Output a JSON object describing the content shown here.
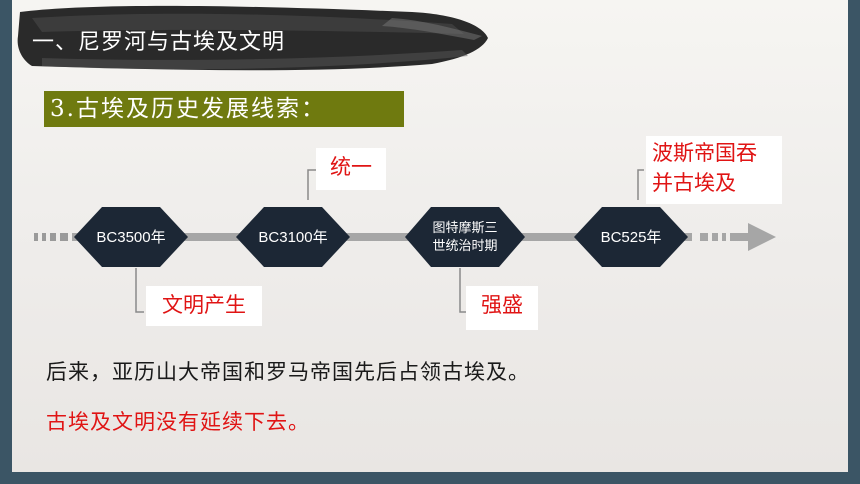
{
  "colors": {
    "accent_olive": "#6f7a0f",
    "node_fill": "#1c2735",
    "highlight_red": "#e01414",
    "frame_blue": "#3b5565"
  },
  "header": {
    "title": "一、尼罗河与古埃及文明"
  },
  "section": {
    "subtitle": "3.古埃及历史发展线索："
  },
  "timeline": {
    "nodes": [
      {
        "label": "BC3500年"
      },
      {
        "label": "BC3100年"
      },
      {
        "label": "图特摩斯三世统治时期",
        "line1": "图特摩斯三",
        "line2": "世统治时期"
      },
      {
        "label": "BC525年"
      }
    ],
    "annotations": [
      {
        "text": "文明产生",
        "position": "below",
        "node": 0
      },
      {
        "text": "统一",
        "position": "above",
        "node": 1
      },
      {
        "text": "强盛",
        "position": "below",
        "node": 2
      },
      {
        "line1": "波斯帝国吞",
        "line2": "并古埃及",
        "position": "above",
        "node": 3
      }
    ]
  },
  "body": {
    "line1": "后来，亚历山大帝国和罗马帝国先后占领古埃及。",
    "line2": "古埃及文明没有延续下去。"
  }
}
